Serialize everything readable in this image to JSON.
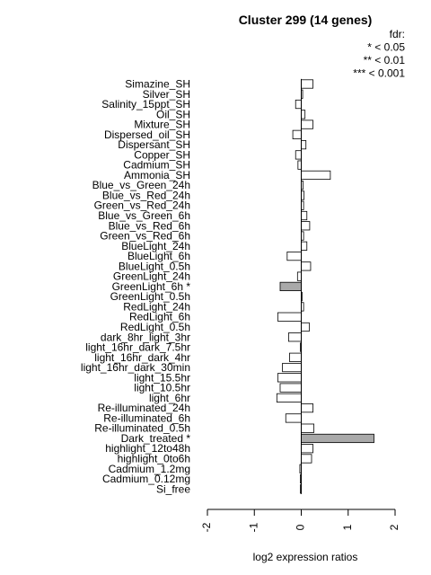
{
  "chart_data": {
    "type": "bar",
    "orientation": "horizontal",
    "title": "Cluster 299 (14 genes)",
    "xlabel": "log2 expression ratios",
    "ylabel": "",
    "xlim": [
      -2,
      2
    ],
    "xticks": [
      "-2",
      "-1",
      "0",
      "1",
      "2"
    ],
    "xtick_values": [
      -2,
      -1,
      0,
      1,
      2
    ],
    "grid": false,
    "legend": {
      "position": "top-right",
      "lines": [
        "fdr:",
        "* < 0.05",
        "** < 0.01",
        "*** < 0.001"
      ]
    },
    "colors": {
      "normal": "#ffffff",
      "significant": "#a9a9a9",
      "stroke": "#000000"
    },
    "categories": [
      "Simazine_SH",
      "Silver_SH",
      "Salinity_15ppt_SH",
      "Oil_SH",
      "Mixture_SH",
      "Dispersed_oil_SH",
      "Dispersant_SH",
      "Copper_SH",
      "Cadmium_SH",
      "Ammonia_SH",
      "Blue_vs_Green_24h",
      "Blue_vs_Red_24h",
      "Green_vs_Red_24h",
      "Blue_vs_Green_6h",
      "Blue_vs_Red_6h",
      "Green_vs_Red_6h",
      "BlueLight_24h",
      "BlueLight_6h",
      "BlueLight_0.5h",
      "GreenLight_24h",
      "GreenLight_6h *",
      "GreenLight_0.5h",
      "RedLight_24h",
      "RedLight_6h",
      "RedLight_0.5h",
      "dark_8hr_light_3hr",
      "light_16hr_dark_7.5hr",
      "light_16hr_dark_4hr",
      "light_16hr_dark_30min",
      "light_15.5hr",
      "light_10.5hr",
      "light_6hr",
      "Re-illuminated_24h",
      "Re-illuminated_6h",
      "Re-illuminated_0.5h",
      "Dark_treated *",
      "highlight_12to48h",
      "highlight_0to6h",
      "Cadmium_1.2mg",
      "Cadmium_0.12mg",
      "Si_free"
    ],
    "values": [
      0.25,
      0.03,
      -0.12,
      0.08,
      0.25,
      -0.18,
      0.1,
      -0.12,
      -0.07,
      0.62,
      0.04,
      0.06,
      0.05,
      0.12,
      0.18,
      0.05,
      0.12,
      -0.3,
      0.2,
      -0.08,
      -0.45,
      0.01,
      0.05,
      -0.5,
      0.17,
      -0.27,
      -0.02,
      -0.25,
      -0.4,
      -0.5,
      -0.45,
      -0.52,
      0.25,
      -0.33,
      0.27,
      1.55,
      0.25,
      0.22,
      -0.03,
      -0.02,
      -0.02
    ],
    "significant": [
      false,
      false,
      false,
      false,
      false,
      false,
      false,
      false,
      false,
      false,
      false,
      false,
      false,
      false,
      false,
      false,
      false,
      false,
      false,
      false,
      true,
      false,
      false,
      false,
      false,
      false,
      false,
      false,
      false,
      false,
      false,
      false,
      false,
      false,
      false,
      true,
      false,
      false,
      false,
      false,
      false
    ]
  }
}
